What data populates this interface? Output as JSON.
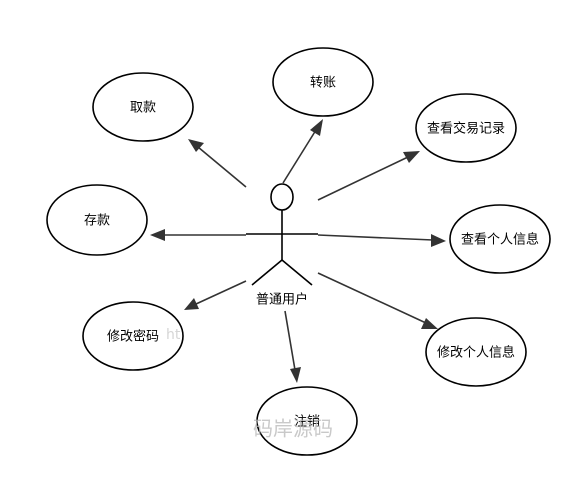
{
  "actor": {
    "label": "普通用户"
  },
  "use_cases": [
    {
      "id": "withdraw",
      "label": "取款"
    },
    {
      "id": "transfer",
      "label": "转账"
    },
    {
      "id": "view-transactions",
      "label": "查看交易记录"
    },
    {
      "id": "deposit",
      "label": "存款"
    },
    {
      "id": "view-profile",
      "label": "查看个人信息"
    },
    {
      "id": "change-password",
      "label": "修改密码"
    },
    {
      "id": "edit-profile",
      "label": "修改个人信息"
    },
    {
      "id": "logout",
      "label": "注销"
    }
  ],
  "watermark": {
    "text": "码岸源码",
    "fragment": "ht"
  }
}
